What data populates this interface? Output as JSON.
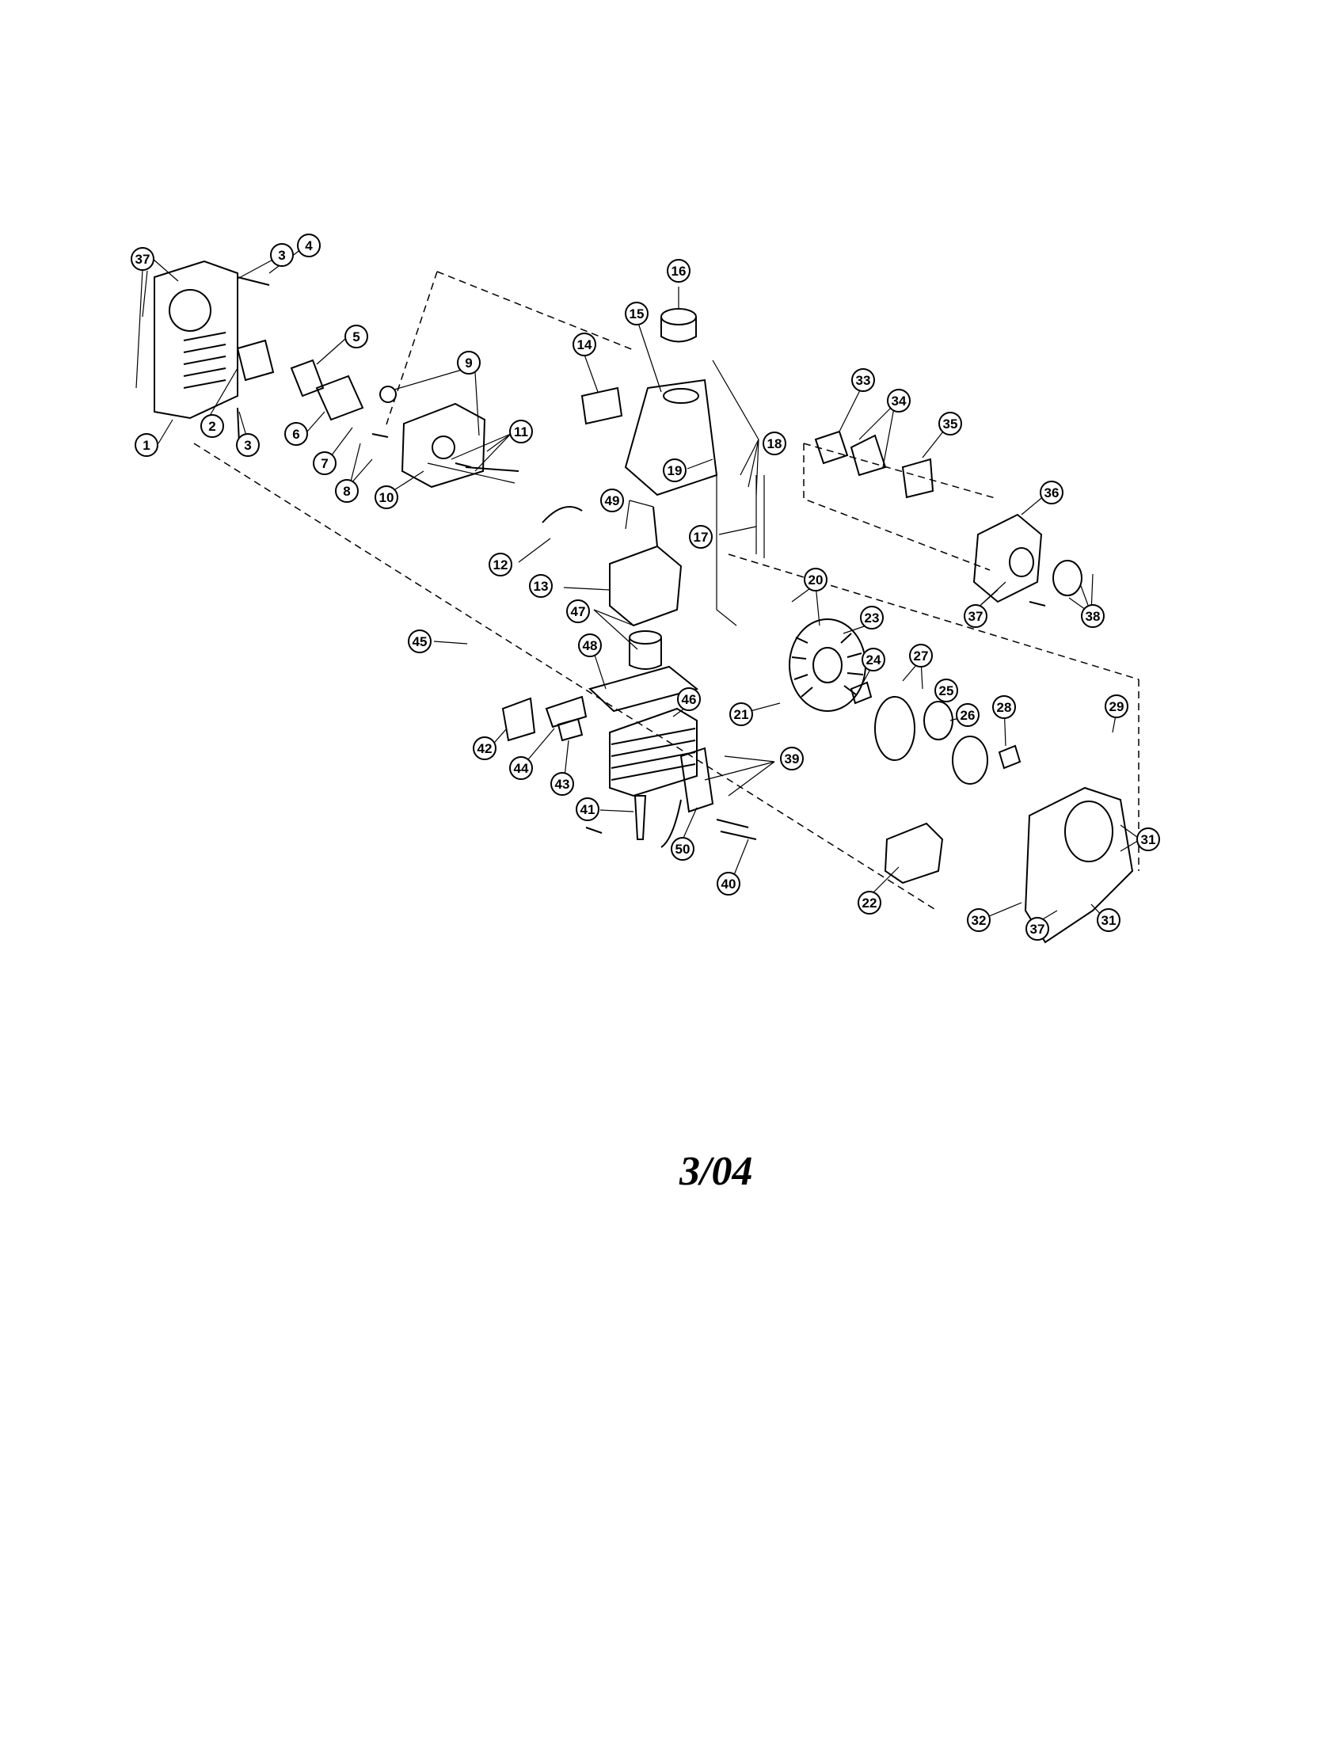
{
  "diagram": {
    "type": "exploded parts diagram",
    "part_labels": [
      "37",
      "3",
      "4",
      "1",
      "2",
      "3",
      "5",
      "6",
      "7",
      "8",
      "9",
      "10",
      "11",
      "14",
      "15",
      "16",
      "18",
      "19",
      "17",
      "12",
      "13",
      "49",
      "47",
      "45",
      "48",
      "42",
      "44",
      "43",
      "41",
      "46",
      "39",
      "50",
      "40",
      "20",
      "21",
      "23",
      "24",
      "27",
      "25",
      "26",
      "28",
      "22",
      "33",
      "34",
      "35",
      "36",
      "37",
      "38",
      "29",
      "31",
      "32",
      "37",
      "31"
    ]
  },
  "footer": {
    "date": "3/04"
  }
}
